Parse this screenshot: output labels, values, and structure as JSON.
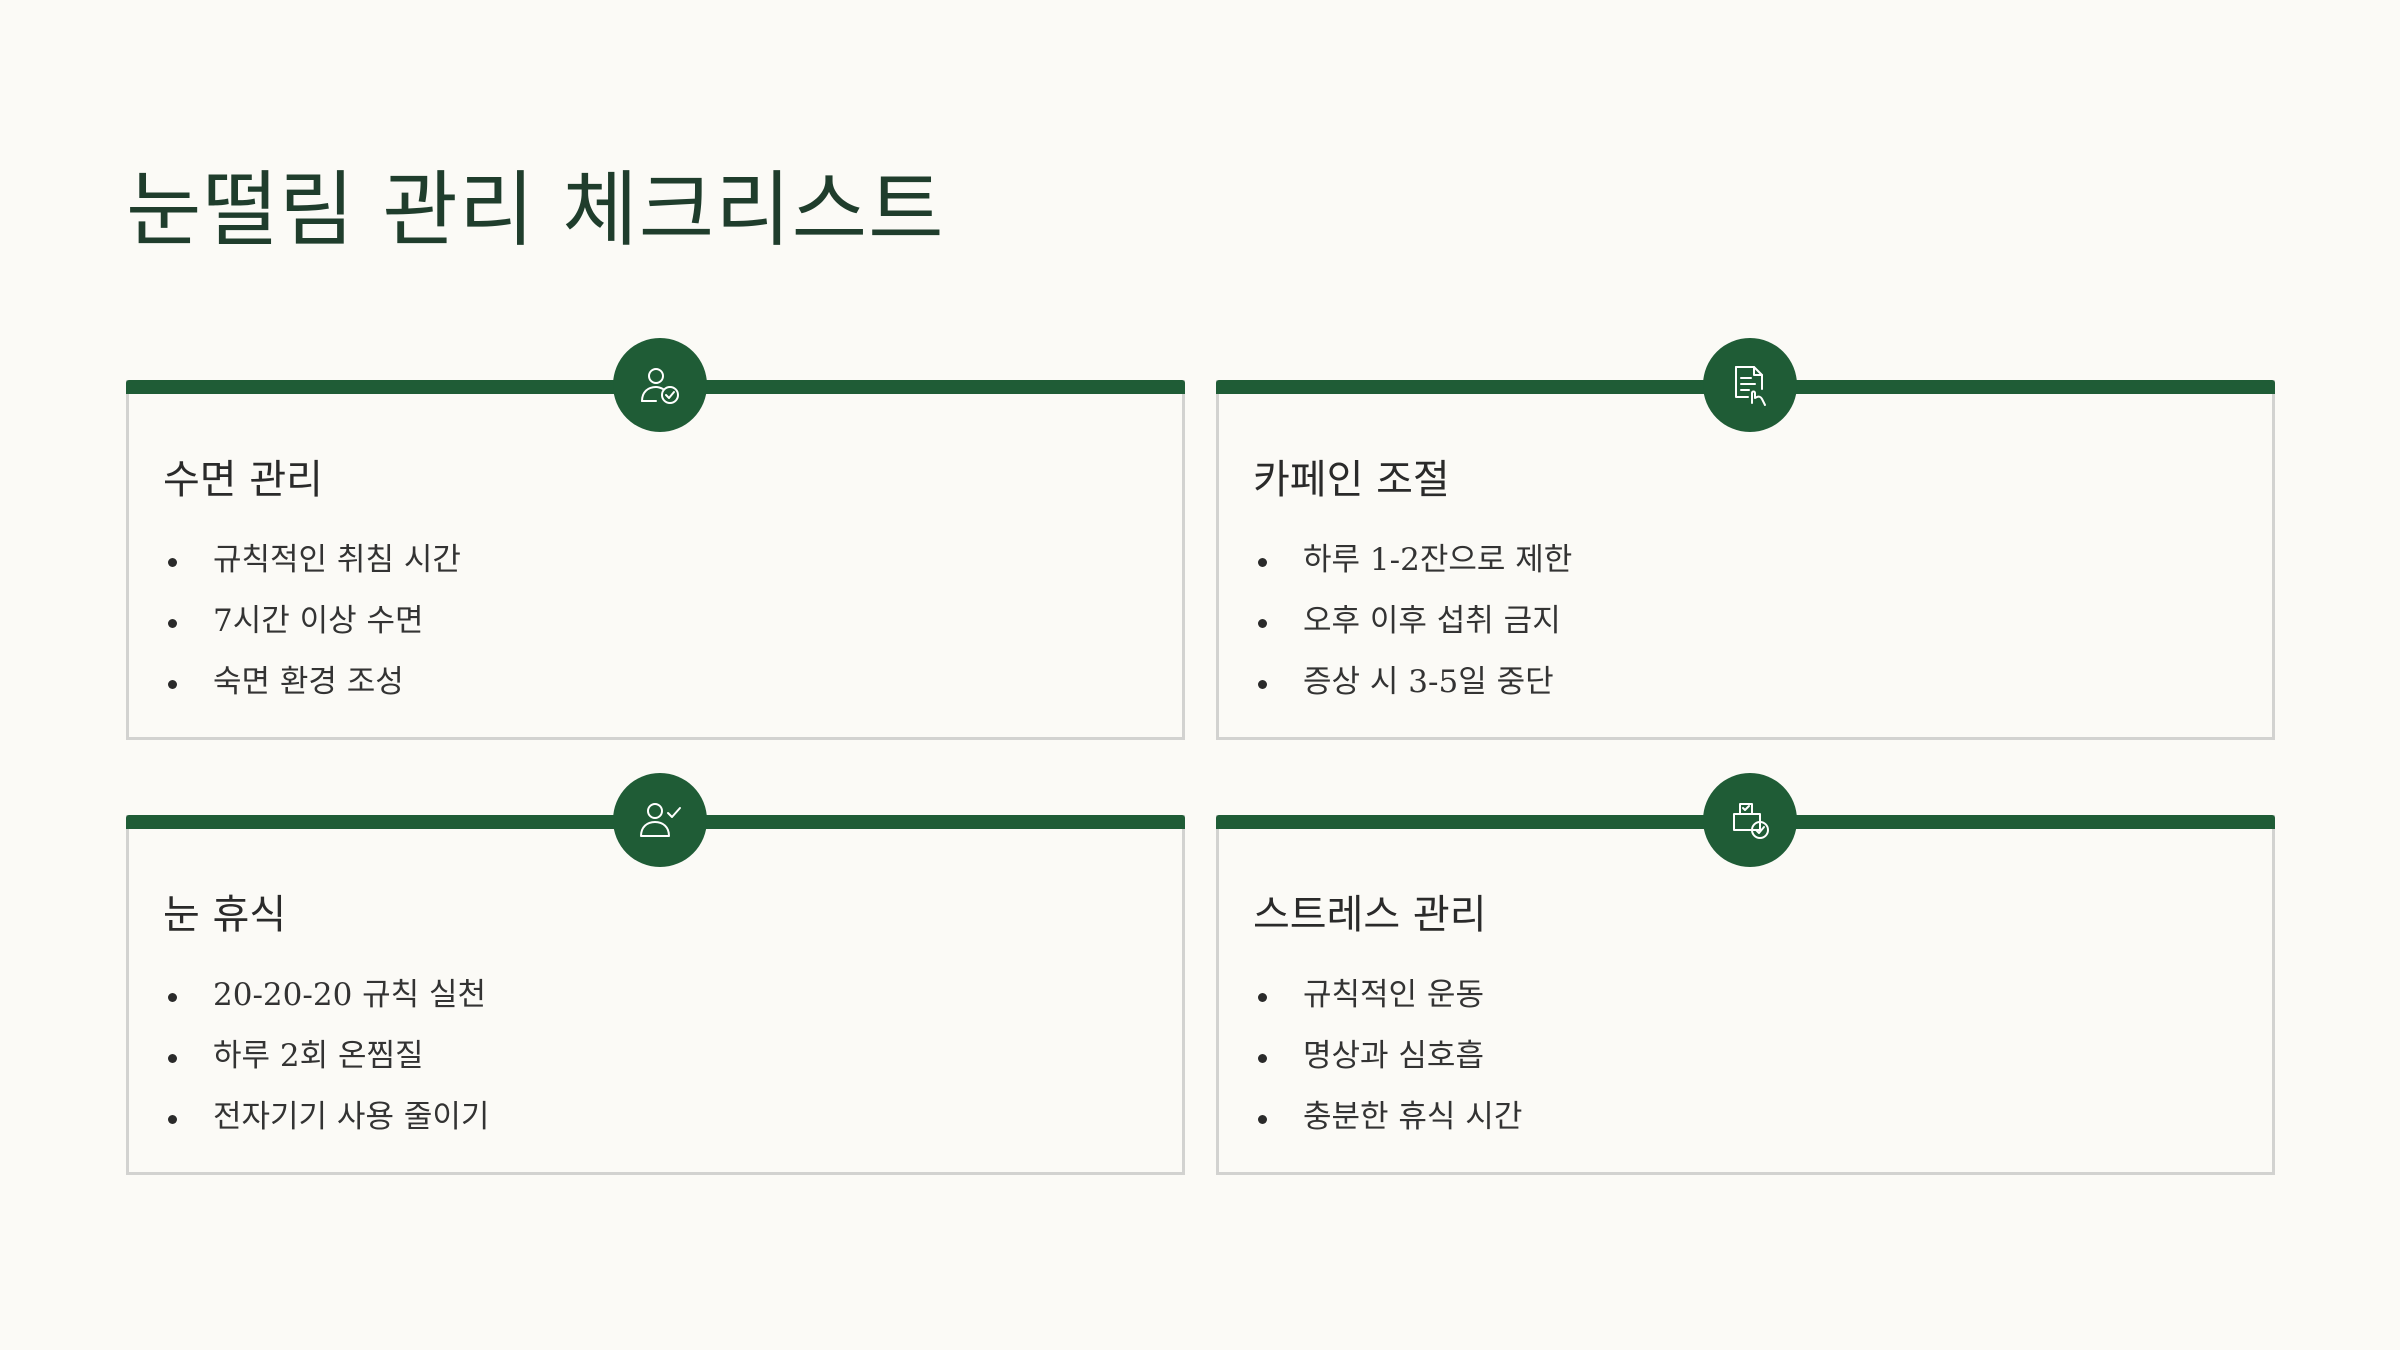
{
  "title": "눈떨림 관리 체크리스트",
  "colors": {
    "accent": "#1f5c36",
    "title": "#1f3d2c",
    "background": "#fbfaf6",
    "border": "#d2d2d0"
  },
  "cards": [
    {
      "title": "수면 관리",
      "icon": "user-check-icon",
      "items": [
        "규칙적인 취침 시간",
        "7시간 이상 수면",
        "숙면 환경 조성"
      ]
    },
    {
      "title": "카페인 조절",
      "icon": "document-hand-icon",
      "items": [
        "하루 1-2잔으로 제한",
        "오후 이후 섭취 금지",
        "증상 시 3-5일 중단"
      ]
    },
    {
      "title": "눈 휴식",
      "icon": "person-check-icon",
      "items": [
        "20-20-20 규칙 실천",
        "하루 2회 온찜질",
        "전자기기 사용 줄이기"
      ]
    },
    {
      "title": "스트레스 관리",
      "icon": "clipboard-check-icon",
      "items": [
        "규칙적인 운동",
        "명상과 심호흡",
        "충분한 휴식 시간"
      ]
    }
  ]
}
